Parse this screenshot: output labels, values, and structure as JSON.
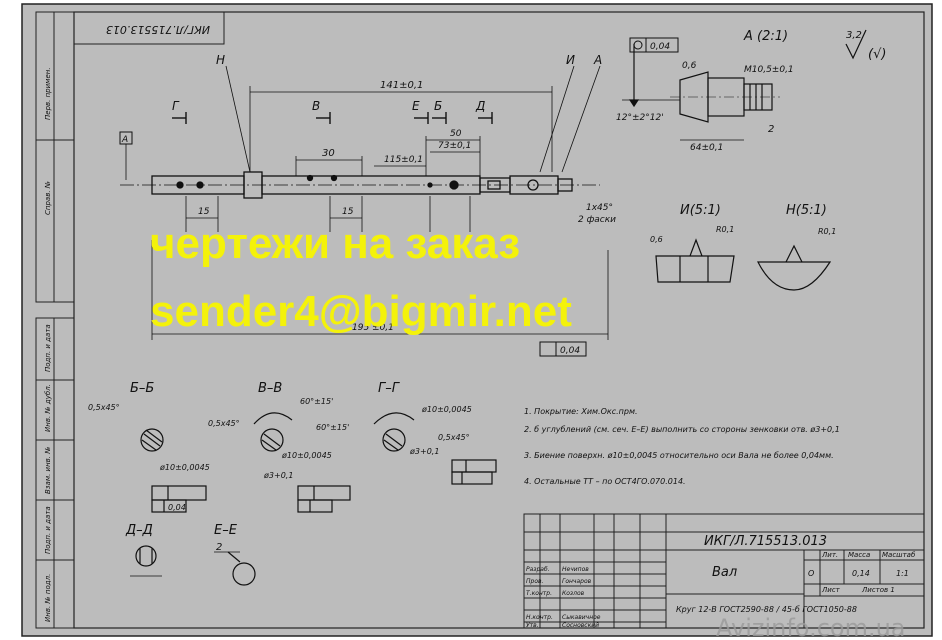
{
  "drawing": {
    "code_top": "ИКГ/Л.715513.013",
    "code_title": "ИКГ/Л.715513.013",
    "part_name": "Вал",
    "material": "Круг 12-В ГОСТ2590-88 / 45-б ГОСТ1050-88",
    "lit": "Лит.",
    "mass_label": "Масса",
    "scale_label": "Масштаб",
    "lit_value": "О",
    "mass_value": "0,14",
    "scale_value": "1:1",
    "sheet_label": "Лист",
    "sheets_label": "Листов 1",
    "roughness": "3,2",
    "roughness_rest": "(√)"
  },
  "views": {
    "detail_a": "А (2:1)",
    "detail_i": "И(5:1)",
    "detail_h": "Н(5:1)",
    "section_bb": "Б–Б",
    "section_vv": "В–В",
    "section_gg": "Г–Г",
    "section_dd": "Д–Д",
    "section_ee": "Е–Е",
    "mark_g": "Г",
    "mark_v": "В",
    "mark_e": "Е",
    "mark_b": "Б",
    "mark_d": "Д",
    "mark_n": "Н",
    "mark_i": "И",
    "mark_a": "А"
  },
  "dims": {
    "d141": "141±0,1",
    "d30": "30",
    "d50": "50",
    "d73": "73±0,1",
    "d115": "115±0,1",
    "d15a": "15",
    "d15b": "15",
    "d195": "195 ±0,1",
    "chamfer": "1х45°",
    "chamfer2": "2 фаски",
    "tol004": "0,04",
    "d64": "64±0,1",
    "m105": "М10,5±0,1",
    "angle": "12°±2°12'",
    "d06": "0,6",
    "r01": "R0,1",
    "d10": "ø10±0,0045",
    "c05": "0,5х45°",
    "a60": "60°±15'",
    "d3": "ø3+0,1",
    "val2": "2"
  },
  "notes": [
    "1. Покрытие: Хим.Окс.прм.",
    "2. б углублений (см. сеч. Е–Е) выполнить со стороны зенковки отв. ø3+0,1",
    "3. Биение поверхн. ø10±0,0045 относительно оси Вала не более 0,04мм.",
    "4. Остальные ТТ – по ОСТ4ГО.070.014."
  ],
  "title_block_rows": [
    "Разраб.",
    "Пров.",
    "Т.контр.",
    "Н.контр.",
    "Утв."
  ],
  "title_block_names": [
    "Нечипов",
    "Гончаров",
    "Козлов",
    "Сыкавичное",
    "Сосновский"
  ],
  "side_labels": [
    "Перв. примен.",
    "Справ. №",
    "Подп. и дата",
    "Инв. № дубл.",
    "Взам. инв. №",
    "Подп. и дата",
    "Инв. № подл."
  ],
  "watermark": {
    "line1": "чертежи на заказ",
    "line2": "sender4@bigmir.net",
    "site": "Avizinfo.com.ua"
  }
}
